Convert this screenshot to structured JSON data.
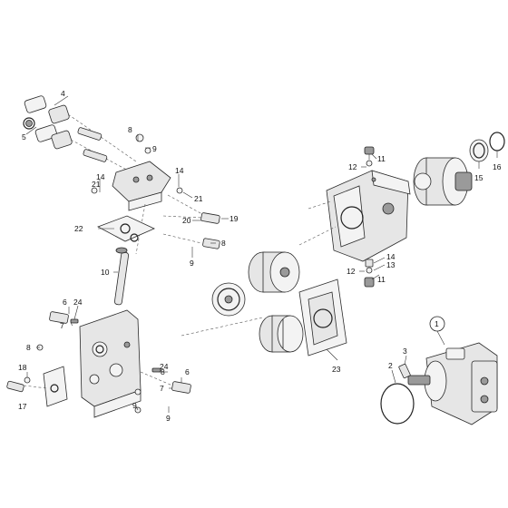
{
  "callouts": {
    "c1": "1",
    "c2": "2",
    "c3": "3",
    "c4": "4",
    "c5": "5",
    "c6a": "6",
    "c6b": "6",
    "c7a": "7",
    "c7b": "7",
    "c8a": "8",
    "c8b": "8",
    "c8c": "8",
    "c8d": "8",
    "c9a": "9",
    "c9b": "9",
    "c9c": "9",
    "c9d": "9",
    "c10": "10",
    "c11a": "11",
    "c11b": "11",
    "c12a": "12",
    "c12b": "12",
    "c13": "13",
    "c14a": "14",
    "c14b": "14",
    "c14c": "14",
    "c15": "15",
    "c16": "16",
    "c17": "17",
    "c18": "18",
    "c19": "19",
    "c20": "20",
    "c21a": "21",
    "c21b": "21",
    "c22": "22",
    "c23": "23",
    "c24a": "24",
    "c24b": "24"
  }
}
